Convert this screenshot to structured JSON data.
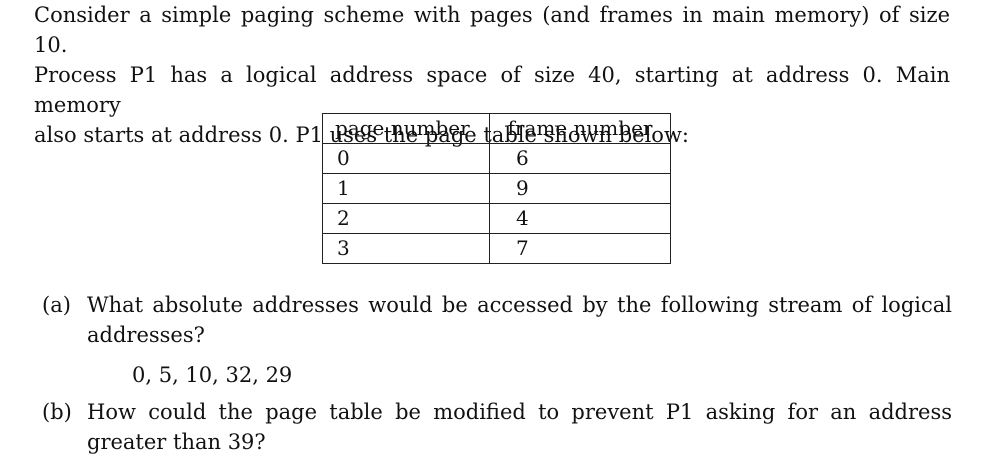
{
  "intro": {
    "line1": "Consider a simple paging scheme with pages (and frames in main memory) of size 10.",
    "line2": "Process P1 has a logical address space of size 40, starting at address 0. Main memory",
    "line3": "also starts at address 0. P1 uses the page table shown below:"
  },
  "page_table": {
    "headers": [
      "page number",
      "frame number"
    ],
    "rows": [
      {
        "page": "0",
        "frame": "6"
      },
      {
        "page": "1",
        "frame": "9"
      },
      {
        "page": "2",
        "frame": "4"
      },
      {
        "page": "3",
        "frame": "7"
      }
    ]
  },
  "questions": {
    "a": {
      "marker": "(a)",
      "line1": "What absolute addresses would be accessed by the following stream of logical",
      "line2": "addresses?",
      "stream": "0, 5, 10, 32, 29"
    },
    "b": {
      "marker": "(b)",
      "text": "How could the page table be modified to prevent P1 asking for an address greater than 39?"
    }
  }
}
